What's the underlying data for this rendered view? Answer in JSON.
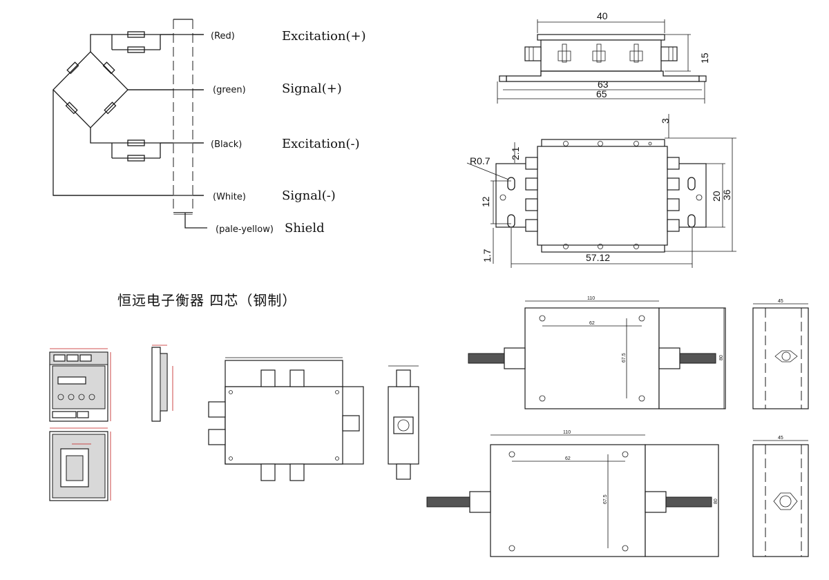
{
  "wiring": {
    "wires": [
      {
        "color": "(Red)",
        "function": "Excitation(+)"
      },
      {
        "color": "(green)",
        "function": "Signal(+)"
      },
      {
        "color": "(Black)",
        "function": "Excitation(-)"
      },
      {
        "color": "(White)",
        "function": "Signal(-)"
      },
      {
        "color": "(pale-yellow)",
        "function": "Shield"
      }
    ]
  },
  "caption": "恒远电子衡器 四芯（钢制）",
  "dims_top": {
    "width_top": "40",
    "height_side": "15",
    "length_inner": "63",
    "length_outer": "65"
  },
  "dims_plan": {
    "top_offset": "3",
    "gap": "2.1",
    "radius": "R0.7",
    "hole_pitch": "12",
    "bottom_offset": "1.7",
    "base_length": "57.12",
    "inner_height": "20",
    "outer_height": "36"
  },
  "dims_cast": {
    "upper_width": "110",
    "upper_inner": "62",
    "upper_vertical": "67.5",
    "upper_height": "80",
    "upper_side": "45",
    "lower_width": "110",
    "lower_inner": "62",
    "lower_vertical": "67.5",
    "lower_height": "80",
    "lower_side": "45"
  },
  "colors": {
    "line": "#1a1a1a",
    "dimension_red": "#c01818",
    "body_gray": "#d8d8d8"
  }
}
